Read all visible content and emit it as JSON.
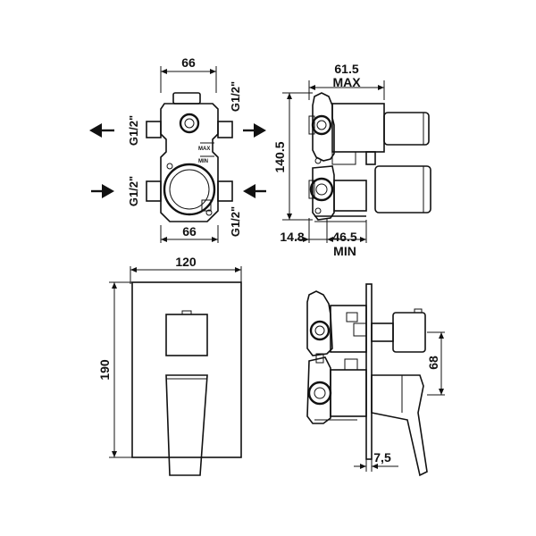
{
  "drawing": {
    "views": {
      "valve_front": {
        "width_top": "66",
        "width_bottom": "66",
        "thread_upper_left": "G1/2\"",
        "thread_upper_right": "G1/2\"",
        "thread_lower_left": "G1/2\"",
        "thread_lower_right": "G1/2\"",
        "mark_max": "MAX",
        "mark_min": "MIN"
      },
      "valve_side": {
        "depth_max_value": "61.5",
        "depth_max_label": "MAX",
        "height": "140.5",
        "offset_min": "14.8",
        "depth_min_value": "46.5",
        "depth_min_label": "MIN"
      },
      "cover_plate": {
        "width": "120",
        "height": "190"
      },
      "assembly_side": {
        "handle_distance": "68",
        "plate_thickness": "7,5"
      }
    }
  }
}
